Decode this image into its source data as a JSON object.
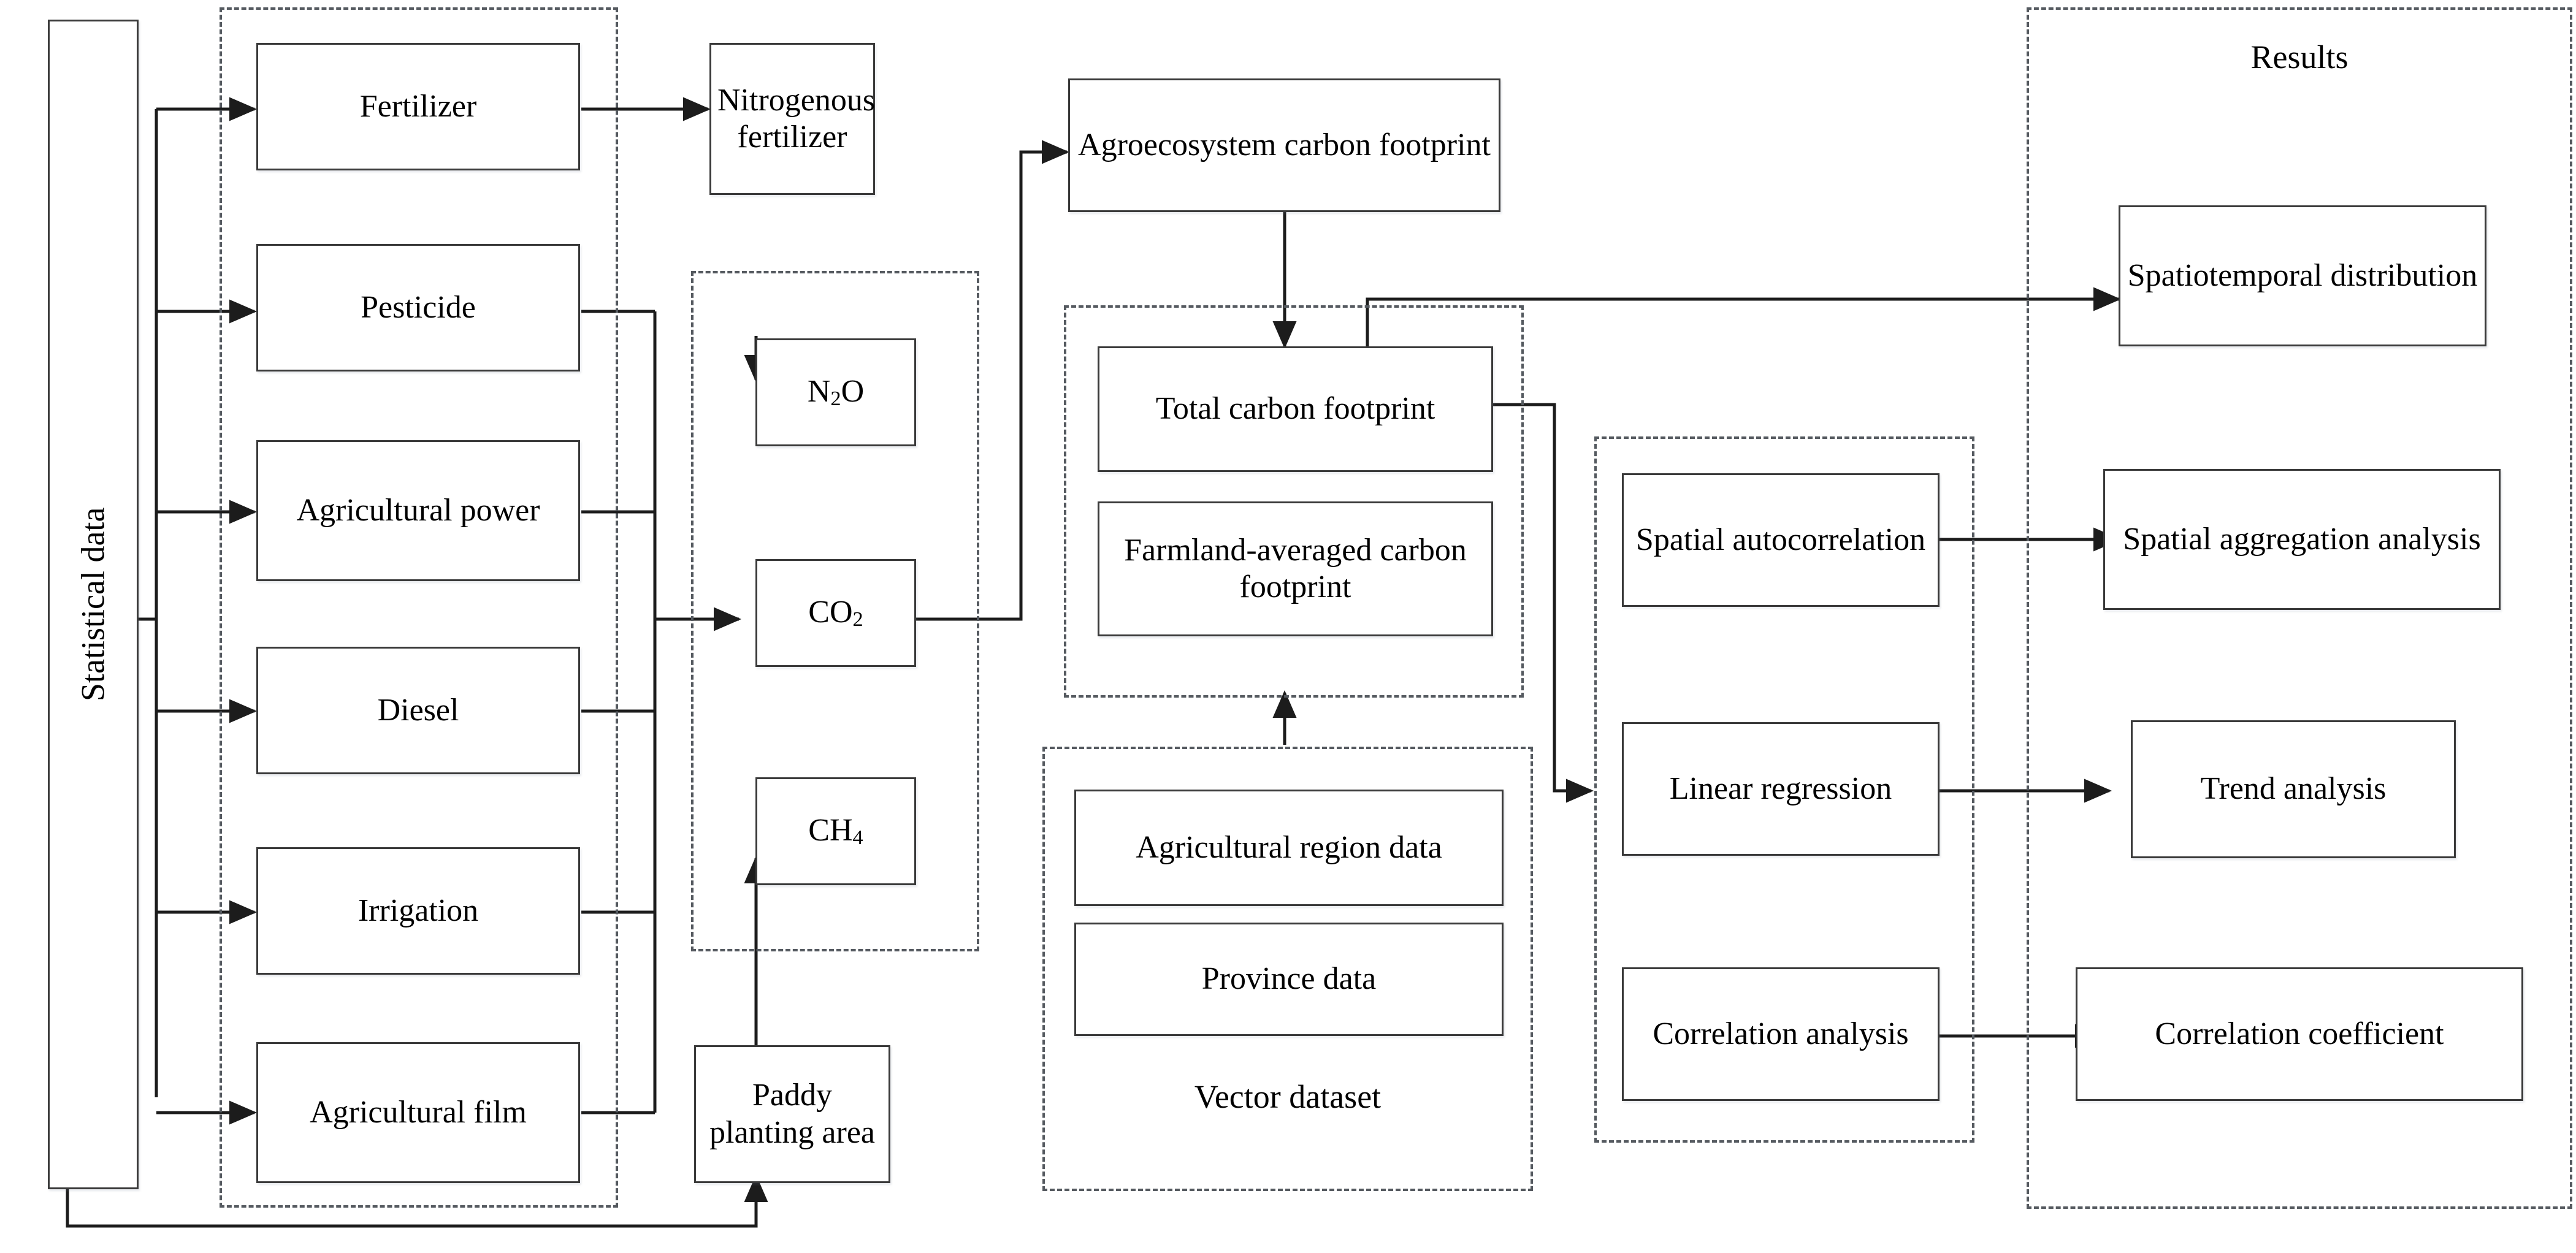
{
  "diagram": {
    "title": "Agroecosystem carbon footprint research framework flowchart",
    "colors": {
      "node_border": "#3a3a3a",
      "group_border": "#555a60",
      "wire": "#1c1c1c",
      "background": "#ffffff",
      "text": "#000000"
    }
  },
  "source": {
    "statistical_data_label": "Statistical data"
  },
  "inputs_group": {
    "items": [
      {
        "label": "Fertilizer"
      },
      {
        "label": "Pesticide"
      },
      {
        "label": "Agricultural power"
      },
      {
        "label": "Diesel"
      },
      {
        "label": "Irrigation"
      },
      {
        "label": "Agricultural film"
      }
    ]
  },
  "intermediate": {
    "nitrogenous_fertilizer": "Nitrogenous fertilizer",
    "paddy_planting_area": "Paddy planting area"
  },
  "emissions_group": {
    "items": [
      {
        "label": "N₂O",
        "formula": {
          "head": "N",
          "sub": "2",
          "tail": "O"
        }
      },
      {
        "label": "CO₂",
        "formula": {
          "head": "CO",
          "sub": "2",
          "tail": ""
        }
      },
      {
        "label": "CH₄",
        "formula": {
          "head": "CH",
          "sub": "4",
          "tail": ""
        }
      }
    ]
  },
  "footprint": {
    "agroecosystem_carbon_footprint": "Agroecosystem carbon footprint",
    "group_items": [
      {
        "label": "Total carbon footprint"
      },
      {
        "label": "Farmland-averaged carbon footprint"
      }
    ]
  },
  "vector_dataset_group": {
    "caption": "Vector dataset",
    "items": [
      {
        "label": "Agricultural region data"
      },
      {
        "label": "Province data"
      }
    ]
  },
  "methods_group": {
    "items": [
      {
        "label": "Spatial autocorrelation"
      },
      {
        "label": "Linear regression"
      },
      {
        "label": "Correlation analysis"
      }
    ]
  },
  "results_group": {
    "caption": "Results",
    "items": [
      {
        "label": "Spatiotemporal distribution"
      },
      {
        "label": "Spatial aggregation analysis"
      },
      {
        "label": "Trend analysis"
      },
      {
        "label": "Correlation coefficient"
      }
    ]
  }
}
